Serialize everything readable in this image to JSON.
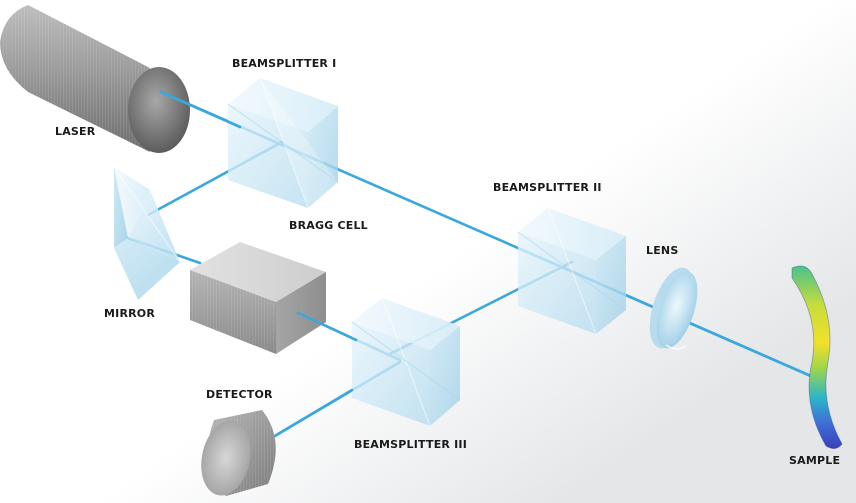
{
  "labels": {
    "laser": "LASER",
    "beamsplitter_1": "BEAMSPLITTER I",
    "beamsplitter_2": "BEAMSPLITTER II",
    "beamsplitter_3": "BEAMSPLITTER III",
    "mirror": "MIRROR",
    "bragg_cell": "BRAGG CELL",
    "lens": "LENS",
    "detector": "DETECTOR",
    "sample": "SAMPLE"
  },
  "colors": {
    "beam": "#3aa8dc",
    "cube_glass": "#cfe9f6",
    "bragg_cell": "#9a9a9a",
    "laser_body": "#8c8c8c"
  }
}
